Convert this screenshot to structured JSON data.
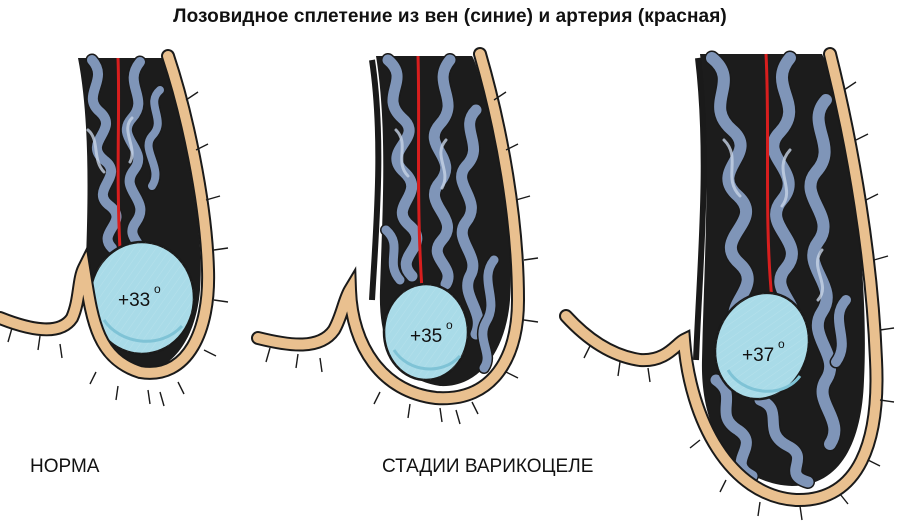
{
  "title": "Лозовидное сплетение из вен (синие) и артерия (красная)",
  "captions": {
    "normal": "НОРМА",
    "stages": "СТАДИИ ВАРИКОЦЕЛЕ"
  },
  "panels": [
    {
      "name": "normal",
      "temperature": "+33",
      "degree": "o"
    },
    {
      "name": "stage-1",
      "temperature": "+35",
      "degree": "o"
    },
    {
      "name": "stage-2",
      "temperature": "+37",
      "degree": "o"
    }
  ],
  "colors": {
    "skin": "#e9c08f",
    "outline": "#1a1a1a",
    "vein": "#7f95b8",
    "vein_highlight": "#c7d3e6",
    "artery": "#d81e1e",
    "testis": "#a9dbe8",
    "testis_shade": "#7fc3d6",
    "inner": "#1c1c1c"
  }
}
